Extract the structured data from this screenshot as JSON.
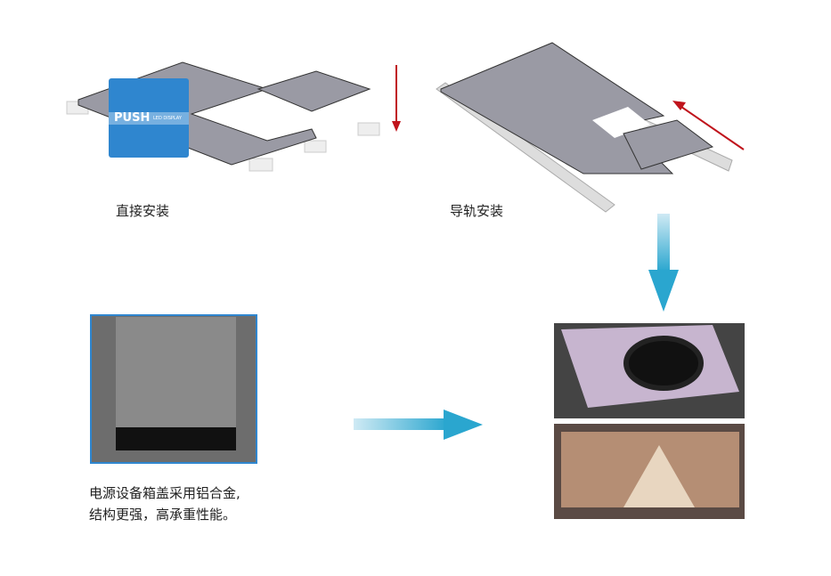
{
  "logo": {
    "brand": "PUSH",
    "sub": "LED DISPLAY"
  },
  "direct_install": {
    "label": "直接安装"
  },
  "rail_install": {
    "label": "导轨安装"
  },
  "description": {
    "line1": "电源设备箱盖采用铝合金,",
    "line2": "结构更强，高承重性能。"
  },
  "colors": {
    "arrow_red": "#c0141c",
    "arrow_blue": "#2aa6cf",
    "logo_blue": "#2f86cf",
    "panel_gray": "#9a9aa4"
  }
}
